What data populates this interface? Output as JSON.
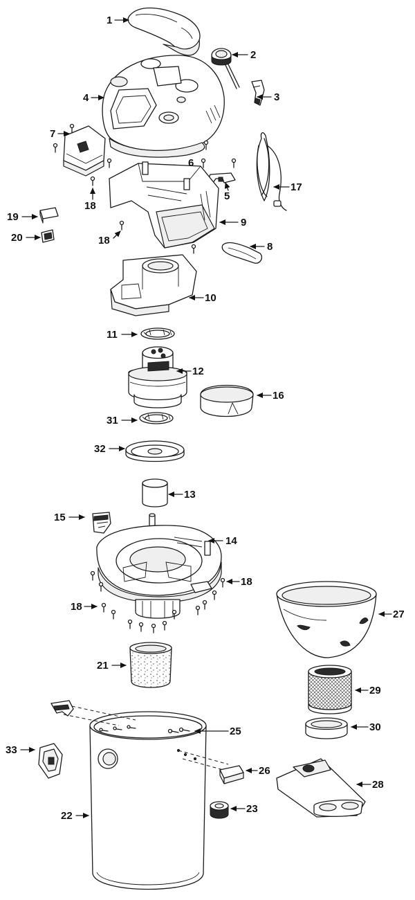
{
  "callouts": [
    {
      "id": "1",
      "label": "1"
    },
    {
      "id": "2",
      "label": "2"
    },
    {
      "id": "3",
      "label": "3"
    },
    {
      "id": "4",
      "label": "4"
    },
    {
      "id": "7",
      "label": "7"
    },
    {
      "id": "6",
      "label": "6"
    },
    {
      "id": "5",
      "label": "5"
    },
    {
      "id": "17",
      "label": "17"
    },
    {
      "id": "18a",
      "label": "18"
    },
    {
      "id": "19",
      "label": "19"
    },
    {
      "id": "20",
      "label": "20"
    },
    {
      "id": "9",
      "label": "9"
    },
    {
      "id": "18b",
      "label": "18"
    },
    {
      "id": "8",
      "label": "8"
    },
    {
      "id": "10",
      "label": "10"
    },
    {
      "id": "11",
      "label": "11"
    },
    {
      "id": "12",
      "label": "12"
    },
    {
      "id": "16",
      "label": "16"
    },
    {
      "id": "31",
      "label": "31"
    },
    {
      "id": "32",
      "label": "32"
    },
    {
      "id": "13",
      "label": "13"
    },
    {
      "id": "15",
      "label": "15"
    },
    {
      "id": "14",
      "label": "14"
    },
    {
      "id": "18c",
      "label": "18"
    },
    {
      "id": "18d",
      "label": "18"
    },
    {
      "id": "27",
      "label": "27"
    },
    {
      "id": "21",
      "label": "21"
    },
    {
      "id": "29",
      "label": "29"
    },
    {
      "id": "30",
      "label": "30"
    },
    {
      "id": "25",
      "label": "25"
    },
    {
      "id": "33",
      "label": "33"
    },
    {
      "id": "26",
      "label": "26"
    },
    {
      "id": "28",
      "label": "28"
    },
    {
      "id": "22",
      "label": "22"
    },
    {
      "id": "23",
      "label": "23"
    }
  ]
}
